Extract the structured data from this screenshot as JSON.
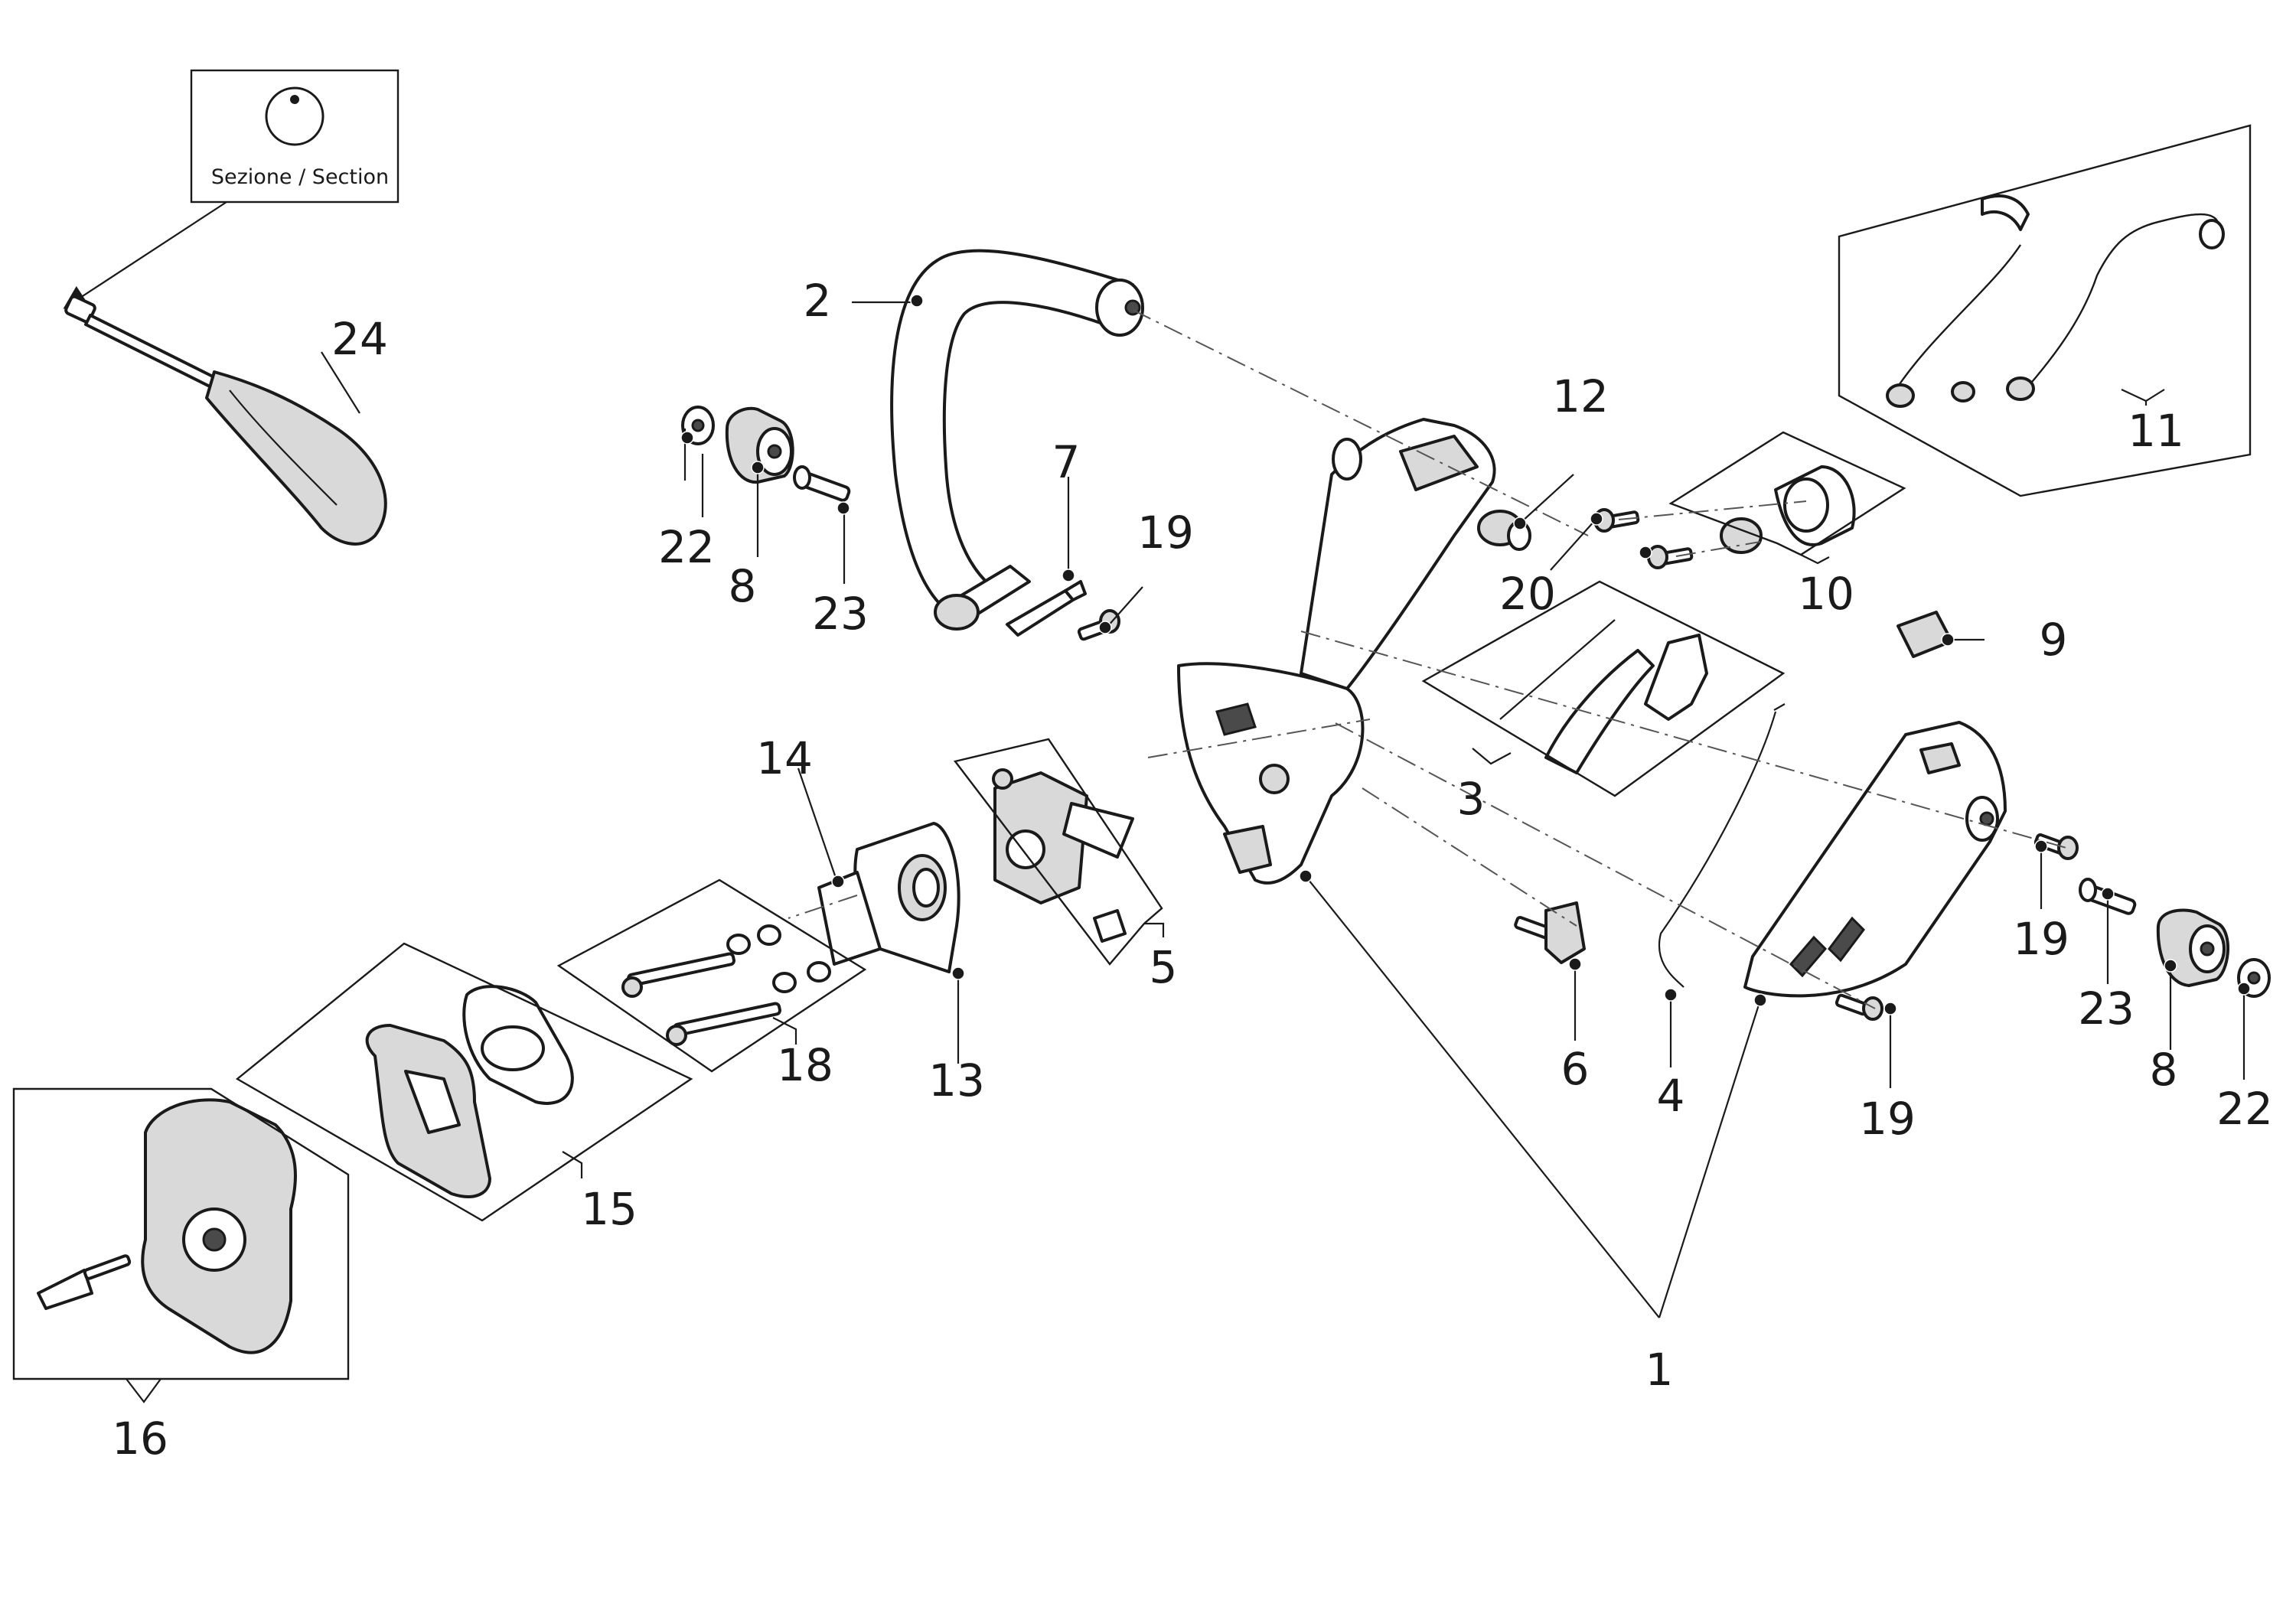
{
  "section_note": {
    "label": "Sezione / Section",
    "icon": "section-circle-icon"
  },
  "part_labels": {
    "p1": "1",
    "p2": "2",
    "p3": "3",
    "p4": "4",
    "p5": "5",
    "p6": "6",
    "p7": "7",
    "p8_left": "8",
    "p8_right": "8",
    "p9": "9",
    "p10": "10",
    "p11": "11",
    "p12": "12",
    "p13": "13",
    "p14": "14",
    "p15": "15",
    "p16": "16",
    "p18": "18",
    "p19_top": "19",
    "p19_mid": "19",
    "p19_bottom": "19",
    "p20": "20",
    "p22_left": "22",
    "p22_right": "22",
    "p23_left": "23",
    "p23_right": "23",
    "p24": "24"
  }
}
